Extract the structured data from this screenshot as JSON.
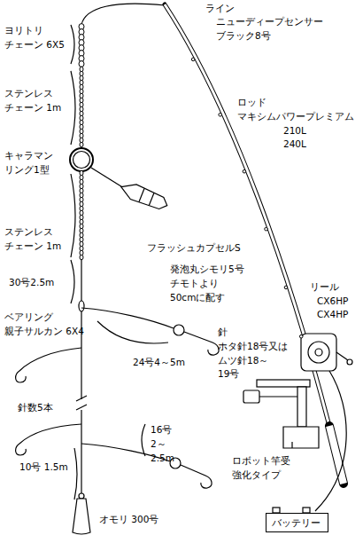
{
  "diagram": {
    "nodes": [
      {
        "text": [
          "バッテリー"
        ]
      }
    ],
    "labels": [
      "ライン",
      "ニューディープセンサー ブラック8号",
      "ヨリトリ チェーン 6X5",
      "ステンレス チェーン 1m",
      "ロッド",
      "マキシムパワープレミアム",
      "210L",
      "240L",
      "キャラマン リング1型",
      "ステンレス チェーン 1m",
      "フラッシュカプセルS",
      "30号2.5m",
      "発泡丸シモリ5号 チモトより 50cmに配す",
      "ベアリング 親子サルカン 6X4",
      "リール",
      "CX6HP",
      "CX4HP",
      "針 ホタ針18号又は ムツ針18～19号",
      "24号4～5m",
      "針数5本",
      "16号 2～2.5m",
      "ロボット竿受 強化タイプ",
      "10号 1.5m",
      "オモリ 300号"
    ]
  }
}
